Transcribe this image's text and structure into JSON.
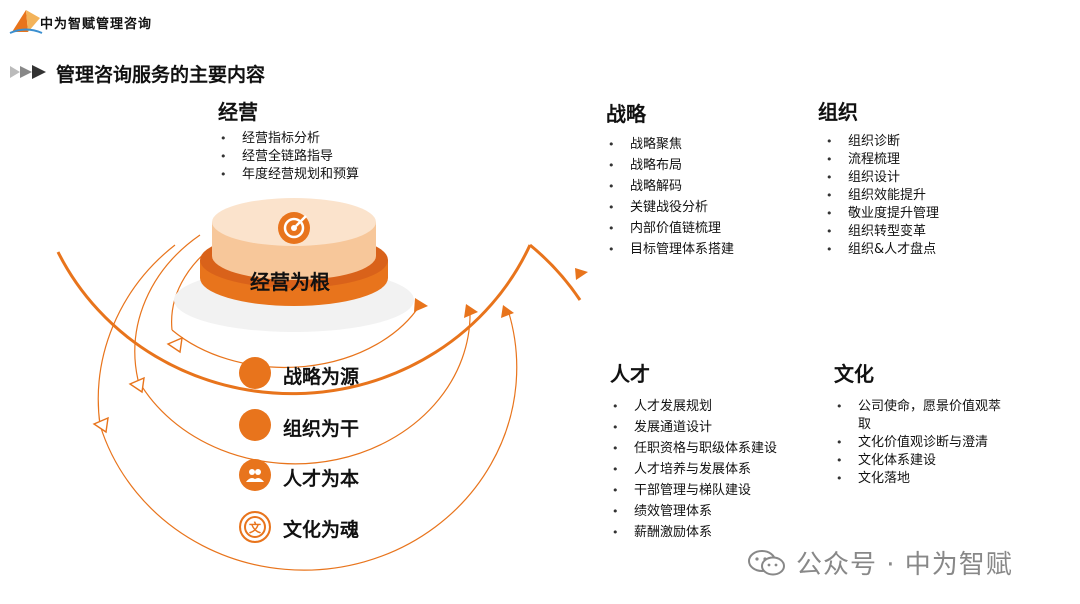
{
  "brand": {
    "name": "中为智赋管理咨询"
  },
  "page_title": "管理咨询服务的主要内容",
  "sections": {
    "jingying": {
      "title": "经营",
      "items": [
        "经营指标分析",
        "经营全链路指导",
        "年度经营规划和预算"
      ]
    },
    "zhanlue": {
      "title": "战略",
      "items": [
        "战略聚焦",
        "战略布局",
        "战略解码",
        "关键战役分析",
        "内部价值链梳理",
        "目标管理体系搭建"
      ]
    },
    "zuzhi": {
      "title": "组织",
      "items": [
        "组织诊断",
        "流程梳理",
        "组织设计",
        "组织效能提升",
        "敬业度提升管理",
        "组织转型变革",
        "组织&人才盘点"
      ]
    },
    "rencai": {
      "title": "人才",
      "items": [
        "人才发展规划",
        "发展通道设计",
        "任职资格与职级体系建设",
        "人才培养与发展体系",
        "干部管理与梯队建设",
        "绩效管理体系",
        "薪酬激励体系"
      ]
    },
    "wenhua": {
      "title": "文化",
      "items": [
        "公司使命，愿景价值观萃取",
        "文化价值观诊断与澄清",
        "文化体系建设",
        "文化落地"
      ]
    }
  },
  "diagram": {
    "core": "经营为根",
    "rings": [
      {
        "label": "战略为源",
        "icon": "filled-circle-icon"
      },
      {
        "label": "组织为干",
        "icon": "filled-circle-icon"
      },
      {
        "label": "人才为本",
        "icon": "people-icon"
      },
      {
        "label": "文化为魂",
        "icon": "wen-character-icon",
        "icon_text": "文"
      }
    ],
    "accent": "#e8741c"
  },
  "watermark": {
    "text": "公众号 · 中为智赋"
  }
}
